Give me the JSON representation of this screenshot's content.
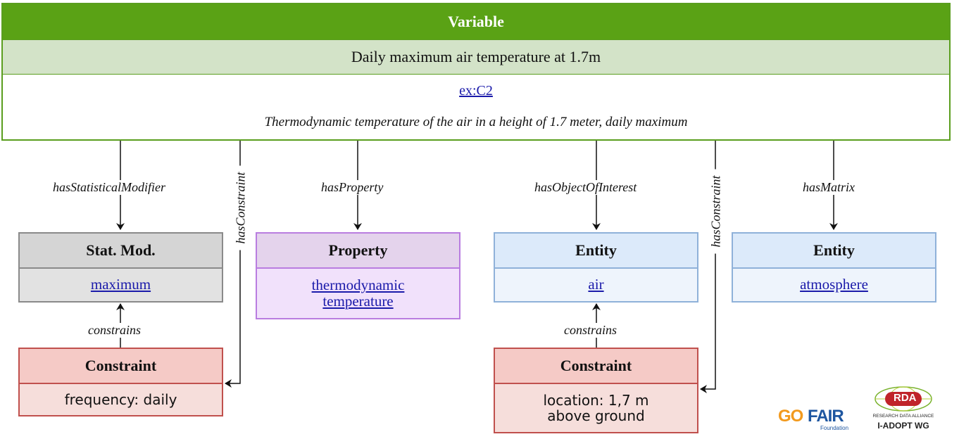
{
  "variable": {
    "header": "Variable",
    "label": "Daily maximum air temperature at 1.7m",
    "id": "ex:C2",
    "description": "Thermodynamic temperature of the air in a height of 1.7 meter, daily maximum"
  },
  "nodes": {
    "stat_mod": {
      "type": "Stat. Mod.",
      "value": "maximum"
    },
    "property": {
      "type": "Property",
      "value": "thermodynamic temperature"
    },
    "entity_air": {
      "type": "Entity",
      "value": "air"
    },
    "entity_atm": {
      "type": "Entity",
      "value": "atmosphere"
    },
    "constraint_freq": {
      "type": "Constraint",
      "value": "frequency: daily"
    },
    "constraint_loc": {
      "type": "Constraint",
      "value_line1": "location: 1,7 m",
      "value_line2": "above ground"
    }
  },
  "edges": {
    "has_stat_mod": "hasStatisticalModifier",
    "has_constraint_1": "hasConstraint",
    "has_property": "hasProperty",
    "has_object": "hasObjectOfInterest",
    "has_constraint_2": "hasConstraint",
    "has_matrix": "hasMatrix",
    "constrains_1": "constrains",
    "constrains_2": "constrains"
  },
  "logos": {
    "gofair_go": "GO",
    "gofair_fair": "FAIR",
    "gofair_sub": "Foundation",
    "rda_badge": "RDA",
    "rda_line1": "RESEARCH DATA ALLIANCE",
    "rda_line2": "I-ADOPT WG"
  },
  "colors": {
    "variable_green": "#5aa215",
    "variable_light": "#d3e3c8",
    "link_blue": "#1a1aaa",
    "constraint_red": "#c0504d",
    "property_purple": "#b97de0",
    "entity_blue": "#8fb1d9",
    "statmod_grey": "#8a8a8a"
  }
}
